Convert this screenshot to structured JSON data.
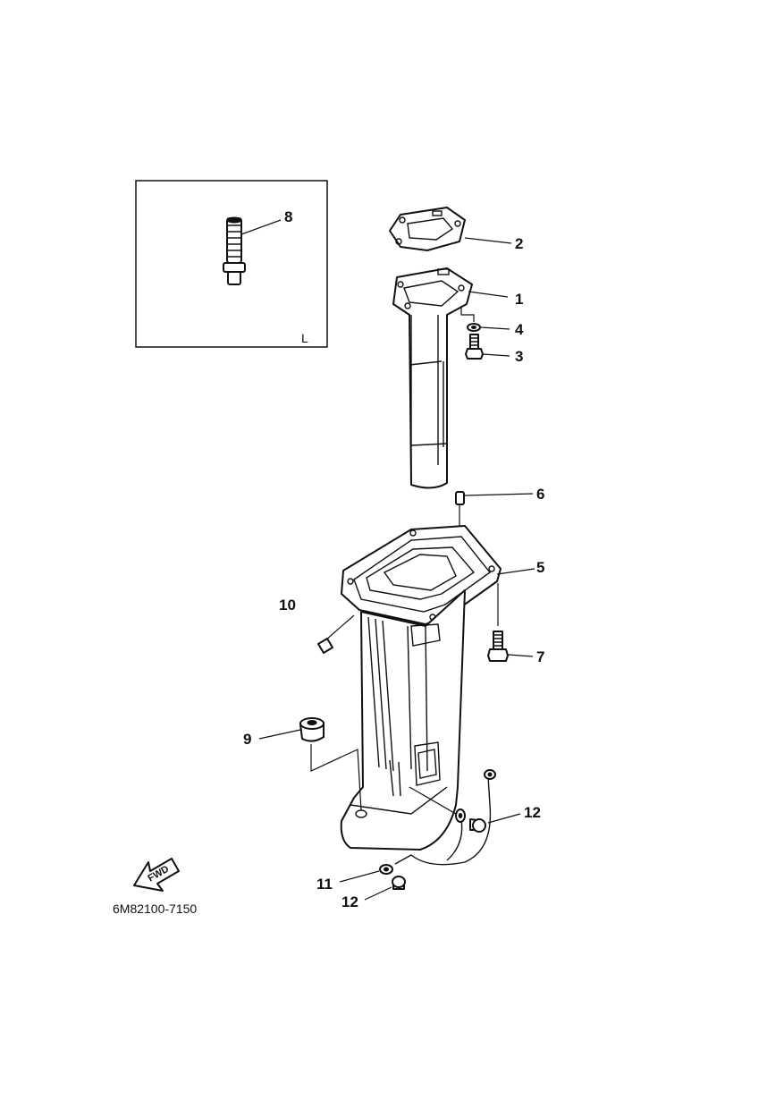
{
  "diagram": {
    "inset_label": "L",
    "fwd_label": "FWD",
    "figure_code": "6M82100-7150",
    "callouts": [
      "1",
      "2",
      "3",
      "4",
      "5",
      "6",
      "7",
      "8",
      "9",
      "10",
      "11",
      "12",
      "12"
    ]
  }
}
